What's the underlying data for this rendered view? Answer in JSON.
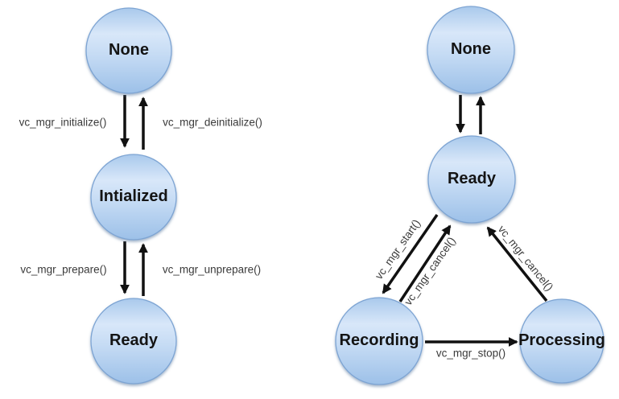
{
  "colors": {
    "background": "#ffffff",
    "circle_fill_top": "#a9c9ec",
    "circle_fill_light": "#d8e7f9",
    "circle_fill_mid": "#c5dbf4",
    "circle_fill_bottom": "#9cc0e8",
    "circle_border": "#7da4d3",
    "arrow": "#111111",
    "state_text": "#141414",
    "transition_text": "#3a3a3a"
  },
  "left_diagram": {
    "states": [
      {
        "label": "None"
      },
      {
        "label": "Intialized"
      },
      {
        "label": "Ready"
      }
    ],
    "transitions": [
      {
        "label": "vc_mgr_initialize()",
        "from": "None",
        "to": "Intialized"
      },
      {
        "label": "vc_mgr_deinitialize()",
        "from": "Intialized",
        "to": "None"
      },
      {
        "label": "vc_mgr_prepare()",
        "from": "Intialized",
        "to": "Ready"
      },
      {
        "label": "vc_mgr_unprepare()",
        "from": "Ready",
        "to": "Intialized"
      }
    ]
  },
  "right_diagram": {
    "states": [
      {
        "label": "None"
      },
      {
        "label": "Ready"
      },
      {
        "label": "Recording"
      },
      {
        "label": "Processing"
      }
    ],
    "transitions": [
      {
        "label": "",
        "from": "None",
        "to": "Ready"
      },
      {
        "label": "",
        "from": "Ready",
        "to": "None"
      },
      {
        "label": "vc_mgr_start()",
        "from": "Ready",
        "to": "Recording"
      },
      {
        "label": "vc_mgr_cancel()",
        "from": "Recording",
        "to": "Ready"
      },
      {
        "label": "vc_mgr_cancel()",
        "from": "Processing",
        "to": "Ready"
      },
      {
        "label": "vc_mgr_stop()",
        "from": "Recording",
        "to": "Processing"
      }
    ]
  }
}
